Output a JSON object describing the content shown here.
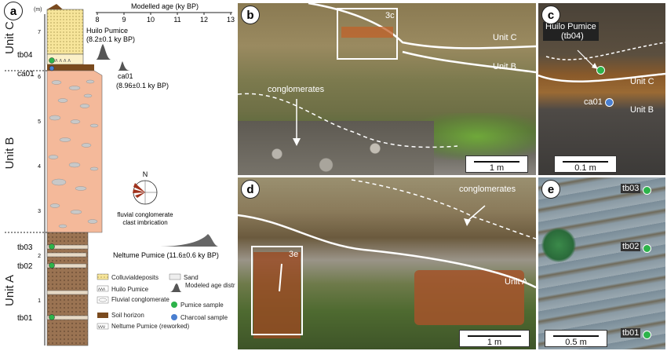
{
  "panel_a": {
    "badge": "a",
    "unit_c": "Unit C",
    "unit_b": "Unit B",
    "unit_a": "Unit A",
    "depth_unit": "(m)",
    "depth_ticks": [
      "7",
      "6",
      "5",
      "4",
      "3",
      "2",
      "1"
    ],
    "age_axis_title": "Modelled age (ky BP)",
    "age_ticks": [
      "8",
      "9",
      "10",
      "11",
      "12",
      "13"
    ],
    "huilo_label": "Huilo Pumice",
    "huilo_age": "(8.2±0.1 ky BP)",
    "ca01_label": "ca01",
    "ca01_age": "(8.96±0.1 ky BP)",
    "neltume_label": "Neltume Pumice (11.6±0.6 ky BP)",
    "rose_north": "N",
    "rose_caption_1": "fluvial conglomerate",
    "rose_caption_2": "clast imbrication",
    "sample_labels": [
      "tb04",
      "ca01",
      "tb03",
      "tb02",
      "tb01"
    ],
    "legend": [
      "Colluvialdeposits",
      "Huilo Pumice",
      "Fluvial conglomerate",
      "Soil horizon",
      "Neltume Pumice (reworked)",
      "Sand",
      "Modeled age distribution",
      "Pumice sample",
      "Charcoal sample"
    ]
  },
  "panel_b": {
    "badge": "b",
    "inset": "3c",
    "unit_c": "Unit C",
    "unit_b": "Unit B",
    "conglomerates": "conglomerates",
    "scale": "1 m"
  },
  "panel_c": {
    "badge": "c",
    "pumice_1": "Huilo Pumice",
    "pumice_2": "(tb04)",
    "unit_c": "Unit C",
    "unit_b": "Unit B",
    "ca01": "ca01",
    "scale": "0.1 m"
  },
  "panel_d": {
    "badge": "d",
    "conglomerates": "conglomerates",
    "inset": "3e",
    "unit_a": "Unit A",
    "scale": "1 m"
  },
  "panel_e": {
    "badge": "e",
    "tb03": "tb03",
    "tb02": "tb02",
    "tb01": "tb01",
    "scale": "0.5 m"
  },
  "colors": {
    "pumice_sample": "#2db34a",
    "charcoal_sample": "#4a7fd0",
    "soil": "#7a4a1e",
    "unit_b_fill": "#f4b99a"
  }
}
